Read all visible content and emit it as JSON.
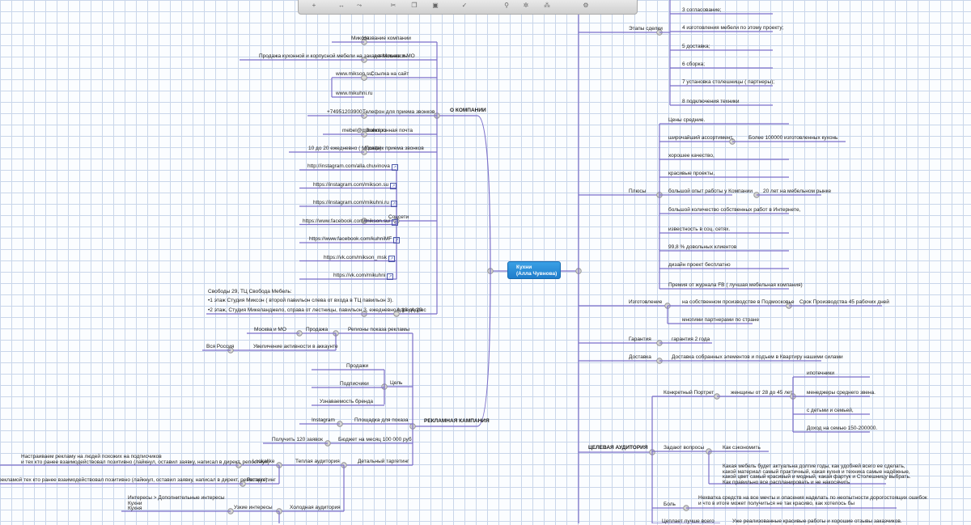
{
  "central": {
    "line1": "Кухни",
    "line2": "(Алла Чувнова)"
  },
  "toolbar": {
    "icons": [
      "add-icon",
      "link-icon",
      "copy-icon",
      "paste-icon",
      "clipboard-icon",
      "tag-icon",
      "search-icon",
      "layout-icon",
      "share-icon",
      "settings-icon"
    ]
  },
  "colors": {
    "line": "#7b6fc9",
    "node": "#d2d2d2",
    "central": "#1f7dcb"
  },
  "left": {
    "company": {
      "title": "О КОМПАНИИ",
      "name_key": "Название компании",
      "name_val": "Миксон",
      "act_key": "деятельность",
      "act_val": "Продажа кухонной и корпусной мебели на заказ в Москве и МО",
      "site_key": "Ссылка на сайт",
      "site1": "www.mikson.su;",
      "site2": "www.mikuhni.ru",
      "phone_key": "Телефон для приема звонков",
      "phone_val": "+74951203900",
      "mail_key": "Электронная почта",
      "mail_val": "mebel@mikuhni.ru",
      "sched_key": "График приема звонков",
      "sched_val": "10 до 20 ежедневно ( Москва)",
      "soc_key": "Соцсети",
      "socials": [
        "http://instagram.com/alla.chuvinova",
        "https://instagram.com/mikson.su",
        "https://instagram.com/mikuhni.ru",
        "https://www.facebook.com/mikson.su/",
        "https://www.facebook.com/kuhniMF",
        "https://vk.com/mikson_msk",
        "https://vk.com/mikuhni"
      ],
      "addr_key": "Адрес",
      "addr1": "Свободы 29, ТЦ Свобода Мебель:",
      "addr2": "•1 этаж Студия Миксон ( второй павильон слева от входа в ТЦ павильон 3).",
      "addr3": "•2 этаж, Студия Микеланджело, справа от лестницы, павильон 3, ежедневно с 10 до 20."
    },
    "ads": {
      "title": "РЕКЛАМНАЯ КАМПАНИЯ",
      "regions_key": "Регионы показа рекламы",
      "sale_key": "Продажа",
      "sale_val": "Москва и МО",
      "act_key": "Увеличение активности в аккаунте",
      "act_val": "Вся Россия",
      "goal_key": "Цель",
      "goals": [
        "Продажи",
        "Подписчики",
        "Узнаваемость бренда"
      ],
      "platform_key": "Площадка для показа",
      "platform_val": "Instagram",
      "budget_key": "Бюджет на месяц 100 000 руб",
      "budget_val": "Получить 120 заявок",
      "target_key": "Детальный таргетинг",
      "warm_key": "Теплая аудитория",
      "lookalike_key": "Lookalike",
      "lookalike_val": "Настраиваем рекламу на людей похожих на подписчиков\nи тех кто ранее взаимодействовал позитивно (лайкнул, оставил заявку, написал в директ, репостнул)",
      "retarget_key": "Ретаргетинг",
      "retarget_val": "рекламой тех кто ранее взаимодействовал позитивно (лайкнул, оставил заявку, написал в директ, репостнул)",
      "cold_key": "Холодная аудитория",
      "narrow_key": "Узкие интересы",
      "narrow_val": "Интересы > Дополнительные интересы\nКухни\nКухня"
    }
  },
  "right": {
    "deal": {
      "key": "Этапы сделки",
      "steps": [
        "3 согласование;",
        "4 изготовления мебели по этому проекту;",
        "5 доставка;",
        "6 сборка;",
        "7 установка столешницы ( партнеры);",
        "8 подключения техники"
      ]
    },
    "plus": {
      "key": "Плюсы",
      "items": [
        "Цены средние.",
        "широчайший ассортимент,",
        "хорошее качество,",
        "красивые проекты,",
        "большой опыт работы у Компании",
        "большой количество собственных работ в Интернете,",
        "известность в соц. сетях.",
        "99,8 % довольных клиентов",
        "дизайн проект бесплатно",
        "Премия от журнала FB ( лучшая мебельная компания)"
      ],
      "assort_note": "Более 100000 изготовленных кухонь",
      "exp_note": "20 лет на мебельном рынке"
    },
    "make": {
      "key": "Изготовление",
      "own": "на собственном производстве в Подмосковье",
      "own_note": "Срок Производства 45 рабочих дней",
      "partners": "многими партнерами по стране"
    },
    "warranty": {
      "key": "Гарантия",
      "val": "гарантия 2 года"
    },
    "delivery": {
      "key": "Доставка",
      "val": "Доставка собранных элементов и подъем в Квартиру нашими силами"
    },
    "audience": {
      "title": "ЦЕЛЕВАЯ АУДИТОРИЯ",
      "portrait_key": "Конкретный Портрет",
      "portrait_val": "женщины от 28 до 45 лет",
      "portrait_items": [
        "ипотечники",
        "менеджеры среднего звена.",
        "с детьми и семьей,",
        "Доход на семью 150-200000."
      ],
      "ask_key": "Задают вопросы",
      "ask_val": "Как сэкономить",
      "ask_text": "Какая мебель будет актуальна долгие годы, как удобней всего ее сделать,\nкакой материал самый практичный, какая кухня и техника самые надёжные,\nкакой цвет самый красивый и модный, какая фартук и Столешницу выбрать.\nКак правильно все распланировать и не накосячить",
      "pain_key": "Боль",
      "pain_val": "Нехватка средств на все мечты и опасения наделать по неопытности дорогостоящих ошибок\nи что в итоге может получиться не так красиво, как хотелось бы",
      "best_key": "Цеплает лучше всего",
      "best_val": "Уже реализованные красивые работы и хорошие отзывы заказчиков."
    }
  }
}
